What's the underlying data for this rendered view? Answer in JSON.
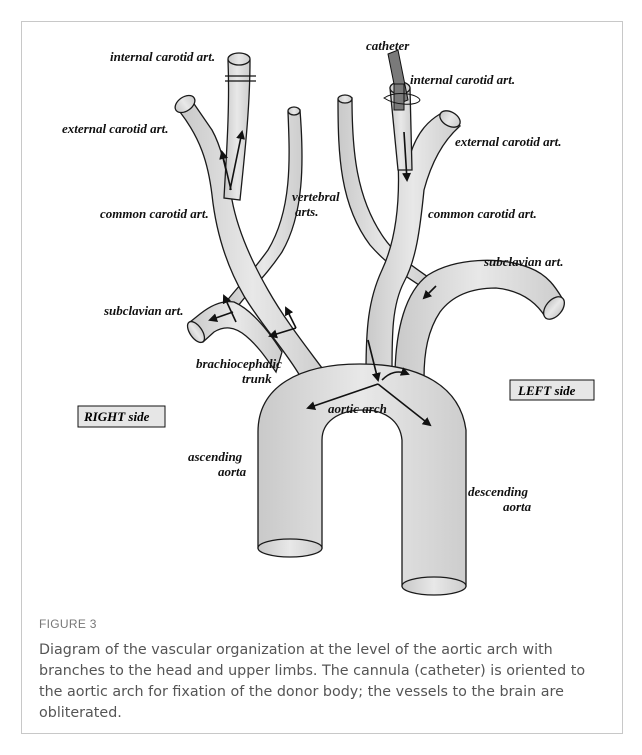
{
  "labels": {
    "internal_carotid_right": "internal carotid art.",
    "catheter": "catheter",
    "internal_carotid_left": "internal carotid art.",
    "external_carotid_right": "external carotid art.",
    "external_carotid_left": "external carotid art.",
    "vertebral": "vertebral",
    "arts": "arts.",
    "common_carotid_right": "common carotid art.",
    "common_carotid_left": "common carotid art.",
    "subclavian_left": "subclavian art.",
    "subclavian_right": "subclavian art.",
    "brachiocephalic": "brachiocephalic",
    "trunk": "trunk",
    "left_side": "LEFT side",
    "right_side": "RIGHT side",
    "aortic_arch": "aortic arch",
    "ascending": "ascending",
    "ascending_aorta": "aorta",
    "descending": "descending",
    "descending_aorta": "aorta"
  },
  "caption": {
    "kicker": "FIGURE 3",
    "text": "Diagram of the vascular organization at the level of the aortic arch with branches to the head and upper limbs. The cannula (catheter) is oriented to the aortic arch for fixation of the donor body; the vessels to the brain are obliterated."
  },
  "colors": {
    "vessel_fill": "#d9d9d9",
    "vessel_stroke": "#1a1a1a",
    "catheter_fill": "#7a7a7a",
    "side_box_fill": "#e6e6e6"
  }
}
